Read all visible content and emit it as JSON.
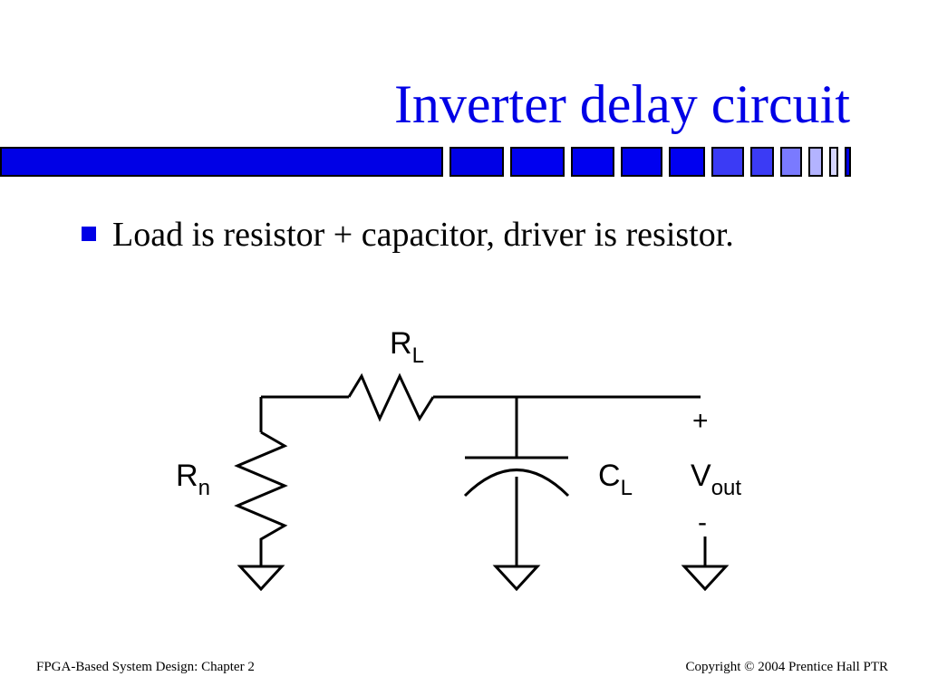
{
  "slide": {
    "title": "Inverter delay circuit",
    "bullets": [
      {
        "text": "Load is resistor + capacitor, driver is resistor."
      }
    ],
    "accent_color": "#0000e6",
    "bar_colors": [
      "#0000e6",
      "#3b3bf5",
      "#7a7aff",
      "#b3b3ff"
    ]
  },
  "circuit": {
    "labels": {
      "rl": {
        "main": "R",
        "sub": "L"
      },
      "rn": {
        "main": "R",
        "sub": "n"
      },
      "cl": {
        "main": "C",
        "sub": "L"
      },
      "vout": {
        "main": "V",
        "sub": "out"
      },
      "plus": "+",
      "minus": "-"
    }
  },
  "footer": {
    "left": "FPGA-Based System Design: Chapter 2",
    "right": "Copyright © 2004 Prentice Hall PTR"
  }
}
